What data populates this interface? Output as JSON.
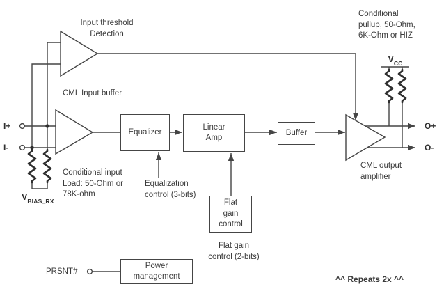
{
  "diagram": {
    "title_blocks": {
      "input_threshold": "Input threshold\nDetection",
      "cml_input_buffer": "CML Input buffer",
      "conditional_pullup": "Conditional\npullup, 50-Ohm,\n6K-Ohm or HIZ",
      "conditional_load": "Conditional input\nLoad: 50-Ohm or\n78K-ohm",
      "eq_control": "Equalization\ncontrol (3-bits)",
      "flat_gain_caption": "Flat gain\ncontrol (2-bits)",
      "cml_output_amp": "CML output\namplifier",
      "repeats": "^^ Repeats 2x ^^"
    },
    "blocks": {
      "equalizer": "Equalizer",
      "linear_amp": "Linear\nAmp",
      "buffer": "Buffer",
      "flat_gain": "Flat\ngain\ncontrol",
      "power_mgmt": "Power\nmanagement"
    },
    "ports": {
      "i_plus": "I+",
      "i_minus": "I-",
      "o_plus": "O+",
      "o_minus": "O-",
      "prsnt": "PRSNT#"
    },
    "nets": {
      "vcc_main": "V",
      "vcc_sub": "CC",
      "vbias_main": "V",
      "vbias_sub": "BIAS_RX"
    },
    "colors": {
      "line": "#454545",
      "text": "#3b3b3b",
      "background": "#ffffff"
    }
  }
}
